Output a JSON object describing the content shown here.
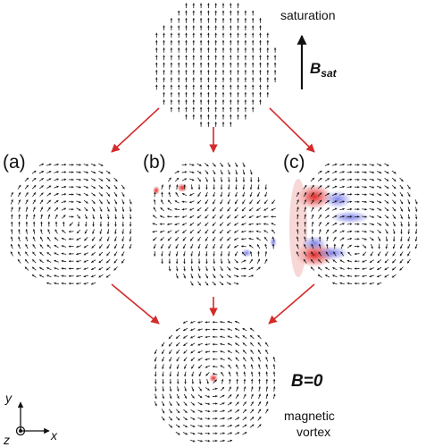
{
  "labels": {
    "saturation": "saturation",
    "bsat_main": "B",
    "bsat_sub": "sat",
    "panel_a": "(a)",
    "panel_b": "(b)",
    "panel_c": "(c)",
    "b_zero": "B=0",
    "magnetic": "magnetic",
    "vortex": "vortex",
    "axis_y": "y",
    "axis_z": "z",
    "axis_x": "x"
  },
  "colors": {
    "arrow_red": "#d42b2b",
    "spin": "#1a1a1a",
    "red_domain": "#e03030",
    "blue_domain": "#6f73e8"
  },
  "panels": {
    "saturation": "uniform-up",
    "a": "curl-ccw",
    "b": "multi-vortex",
    "c": "buckling",
    "bottom": "vortex-core"
  }
}
